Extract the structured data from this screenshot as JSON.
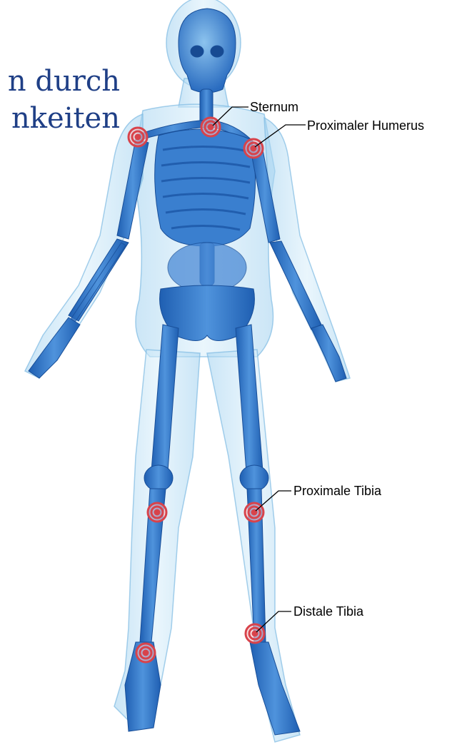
{
  "headline": {
    "line1": "n durch",
    "line2": "nkeiten"
  },
  "callouts": [
    {
      "id": "sternum",
      "label": "Sternum"
    },
    {
      "id": "proximal-humerus",
      "label": "Proximaler Humerus"
    },
    {
      "id": "proximal-tibia",
      "label": "Proximale Tibia"
    },
    {
      "id": "distal-tibia",
      "label": "Distale Tibia"
    }
  ],
  "colors": {
    "headline": "#1f3f86",
    "body_glow": "#bfe1f5",
    "bone": "#2f73c9",
    "target_ring": "#d8434b"
  }
}
